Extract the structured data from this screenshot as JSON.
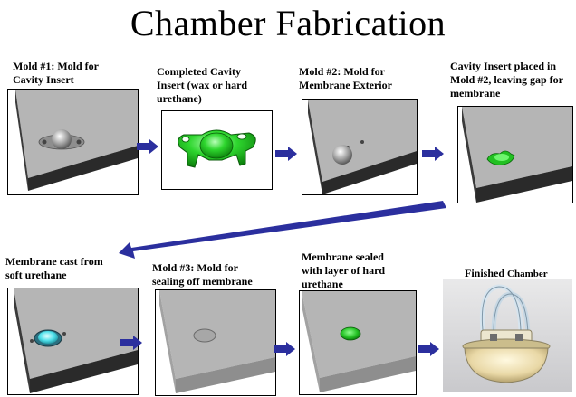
{
  "title": "Chamber Fabrication",
  "steps": [
    {
      "caption": "Mold #1: Mold for Cavity Insert",
      "line1": "Mold #1: Mold for",
      "line2": "Cavity Insert"
    },
    {
      "caption": "Completed Cavity Insert (wax or hard urethane)",
      "line1": "Completed Cavity",
      "line2": "Insert (wax or hard",
      "line3": "urethane)"
    },
    {
      "caption": "Mold #2: Mold for Membrane Exterior",
      "line1": "Mold #2: Mold for",
      "line2": "Membrane Exterior"
    },
    {
      "caption": "Cavity Insert placed in Mold #2, leaving gap for membrane",
      "line1": "Cavity Insert placed in",
      "line2": "Mold #2, leaving gap for",
      "line3": "membrane"
    },
    {
      "caption": "Membrane cast from soft urethane",
      "line1": "Membrane cast from",
      "line2": "soft urethane"
    },
    {
      "caption": "Mold #3: Mold for sealing off membrane",
      "line1": "Mold #3: Mold for",
      "line2": "sealing off membrane"
    },
    {
      "caption": "Membrane sealed with layer of hard urethane",
      "line1": "Membrane sealed",
      "line2": "with layer of hard",
      "line3": "urethane"
    },
    {
      "caption": "Finished Chamber",
      "line1": "Finished",
      "line1_small": "Chamber"
    }
  ],
  "colors": {
    "arrow": "#2b2f9e",
    "slab_top": "#b4b4b4",
    "slab_side": "#2a2a2a",
    "insert_green": "#22c022",
    "membrane_cyan": "#4fe0ea"
  }
}
